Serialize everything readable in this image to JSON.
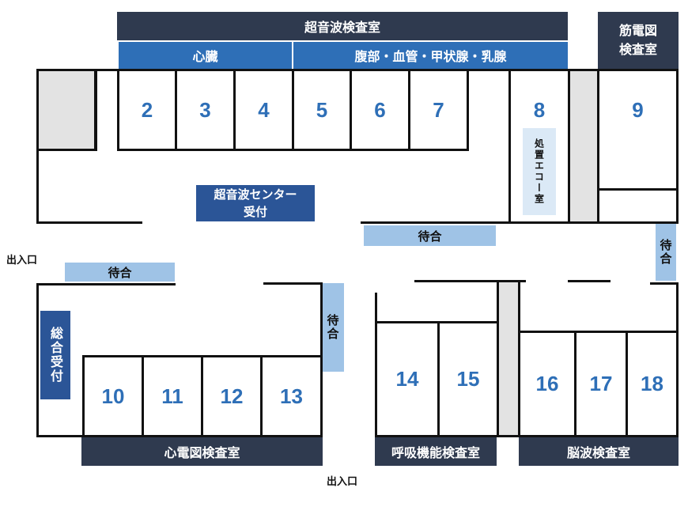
{
  "labels": {
    "ultrasound_room": "超音波検査室",
    "heart": "心臓",
    "abdomen": "腹部・血管・甲状腺・乳腺",
    "emg_room": "筋電図\n検査室",
    "treatment_echo": "処置エコー室",
    "ultrasound_reception": "超音波センター\n受付",
    "waiting": "待合",
    "general_reception": "総合受付",
    "ecg_room": "心電図検査室",
    "respiratory_room": "呼吸機能検査室",
    "eeg_room": "脳波検査室",
    "entrance": "出入口"
  },
  "rooms": {
    "r2": "2",
    "r3": "3",
    "r4": "4",
    "r5": "5",
    "r6": "6",
    "r7": "7",
    "r8": "8",
    "r9": "9",
    "r10": "10",
    "r11": "11",
    "r12": "12",
    "r13": "13",
    "r14": "14",
    "r15": "15",
    "r16": "16",
    "r17": "17",
    "r18": "18"
  },
  "colors": {
    "navy": "#2f3a4f",
    "blue": "#2e6fb7",
    "dark_blue": "#2b5597",
    "light_blue": "#9fc3e6",
    "gray": "#e3e3e3"
  }
}
